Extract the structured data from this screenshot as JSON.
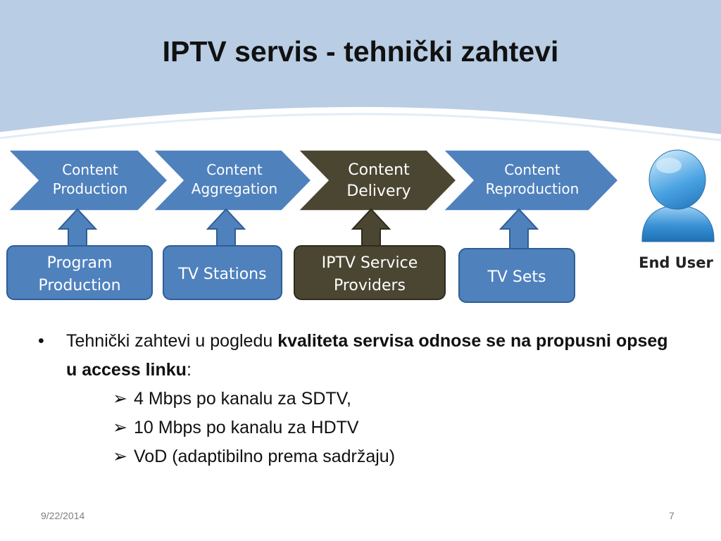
{
  "slide": {
    "title": "IPTV servis - tehnički zahtevi",
    "footer_date": "9/22/2014",
    "page_number": "7"
  },
  "diagram": {
    "chevrons": [
      {
        "line1": "Content",
        "line2": "Production",
        "color": "#4f81bd"
      },
      {
        "line1": "Content",
        "line2": "Aggregation",
        "color": "#4f81bd"
      },
      {
        "line1": "Content",
        "line2": "Delivery",
        "color": "#4b4632"
      },
      {
        "line1": "Content",
        "line2": "Reproduction",
        "color": "#4f81bd"
      }
    ],
    "boxes": [
      {
        "line1": "Program",
        "line2": "Production",
        "color": "#4f81bd"
      },
      {
        "line1": "TV Stations",
        "line2": "",
        "color": "#4f81bd"
      },
      {
        "line1": "IPTV Service",
        "line2": "Providers",
        "color": "#4b4632"
      },
      {
        "line1": "TV Sets",
        "line2": "",
        "color": "#4f81bd"
      }
    ],
    "end_user_label": "End User",
    "icons": {
      "user": "user-icon",
      "arrow": "arrow-up-icon"
    }
  },
  "content": {
    "bullet_intro": "Tehnički zahtevi  u pogledu ",
    "bullet_bold": "kvaliteta servisa odnose se na propusni opseg u access linku",
    "bullet_end": ":",
    "sub_marker": "➢",
    "sub_items": [
      "4 Mbps po kanalu za SDTV,",
      "10 Mbps po kanalu za HDTV",
      "VoD (adaptibilno prema sadržaju)"
    ]
  },
  "colors": {
    "header_band": "#b9cde4",
    "accent_blue": "#4f81bd",
    "accent_dark": "#4b4632"
  }
}
